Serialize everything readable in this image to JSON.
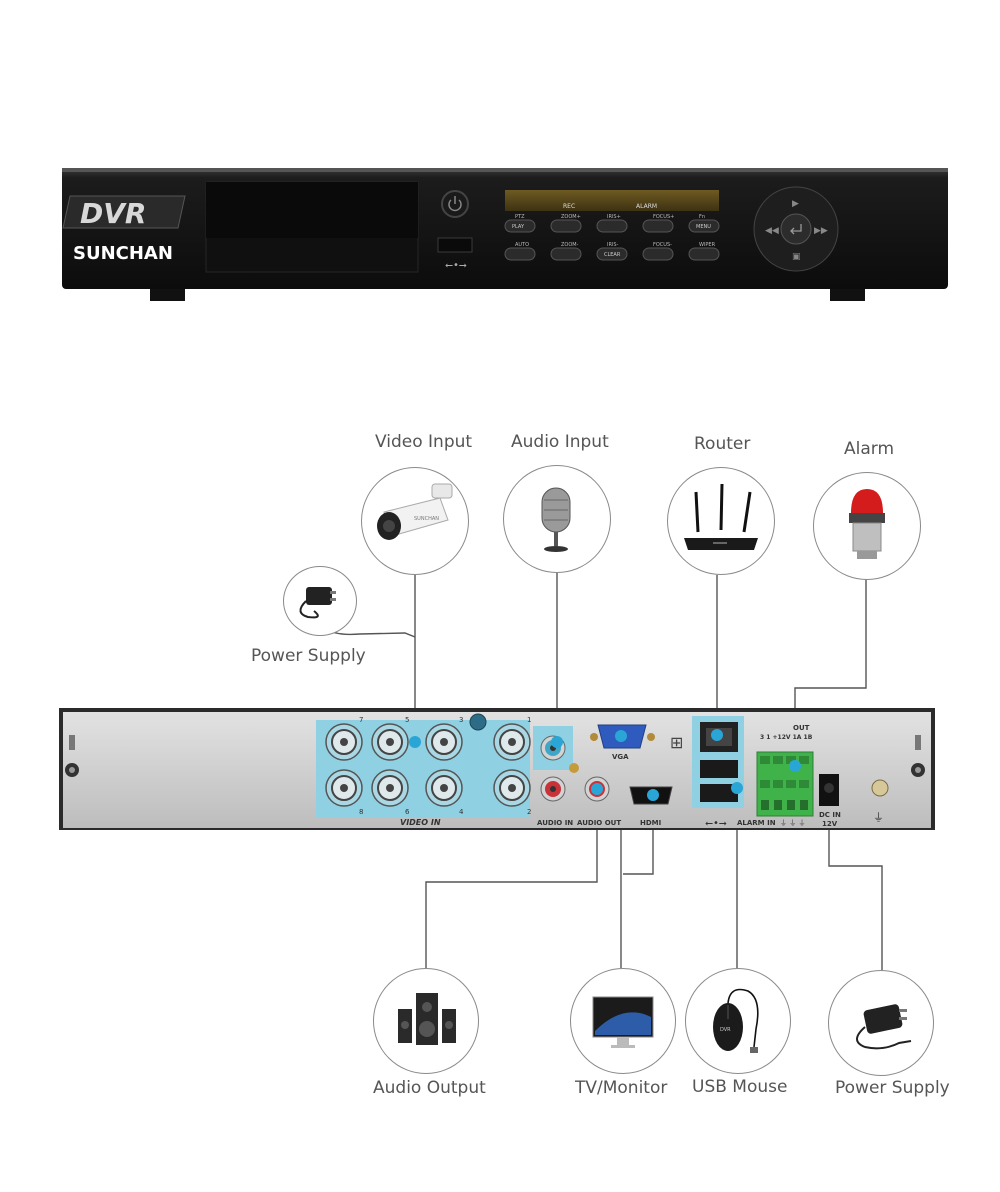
{
  "front_panel": {
    "logo_dvr": "DVR",
    "brand": "SUNCHAN",
    "display_rec": "REC",
    "display_alarm": "ALARM",
    "button_labels_top": [
      "PTZ",
      "ZOOM+",
      "IRIS+",
      "FOCUS+",
      "Fn"
    ],
    "button_faces_top": [
      "PLAY",
      "",
      "",
      "",
      "MENU"
    ],
    "button_labels_bottom": [
      "AUTO",
      "ZOOM-",
      "IRIS-",
      "FOCUS-",
      "WIPER"
    ],
    "button_faces_bottom": [
      "",
      "",
      "CLEAR",
      "",
      ""
    ]
  },
  "rear_panel": {
    "video_in": "VIDEO IN",
    "bnc_numbers_top": [
      "7",
      "5",
      "3",
      "1"
    ],
    "bnc_numbers_bottom": [
      "8",
      "6",
      "4",
      "2"
    ],
    "audio_in": "AUDIO IN",
    "audio_out": "AUDIO OUT",
    "vga": "VGA",
    "hdmi": "HDMI",
    "alarm_in": "ALARM IN",
    "out": "OUT",
    "terminal_nums": "3  1  +12V  1A 1B",
    "dc_in": "DC IN",
    "dc_volt": "12V"
  },
  "connections": {
    "video_input": "Video Input",
    "audio_input": "Audio Input",
    "router": "Router",
    "alarm": "Alarm",
    "power_supply_top": "Power Supply",
    "audio_output": "Audio Output",
    "tv_monitor": "TV/Monitor",
    "usb_mouse": "USB Mouse",
    "power_supply_bottom": "Power Supply"
  },
  "colors": {
    "marker": "#2aa6d6",
    "highlight": "#8fd0e2",
    "panel_front": "#161616",
    "panel_rear": "#c9c9c9",
    "terminal_green": "#3fb24a"
  }
}
